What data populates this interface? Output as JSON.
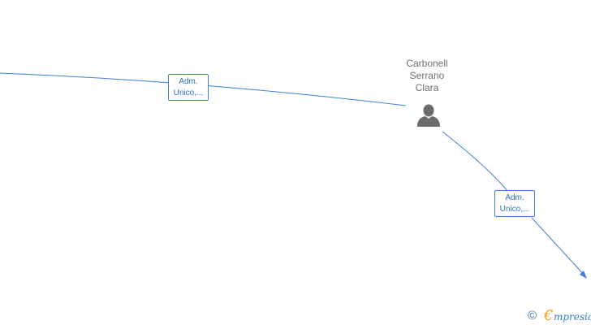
{
  "nodes": {
    "person": {
      "name_lines": [
        "Carbonell",
        "Serrano",
        "Clara"
      ],
      "icon": "person-icon"
    }
  },
  "edges": [
    {
      "label_lines": [
        "Adm.",
        "Unico,..."
      ]
    },
    {
      "label_lines": [
        "Adm.",
        "Unico,..."
      ]
    }
  ],
  "watermark": {
    "symbol": "©",
    "brand_initial": "€",
    "brand_rest": "mpresia"
  },
  "colors": {
    "edge": "#3f7fd8",
    "label_text": "#2f6ec8",
    "node_text": "#707070",
    "icon": "#6b6b6b",
    "brand_blue": "#2f7cc0",
    "brand_orange": "#f0a020"
  }
}
